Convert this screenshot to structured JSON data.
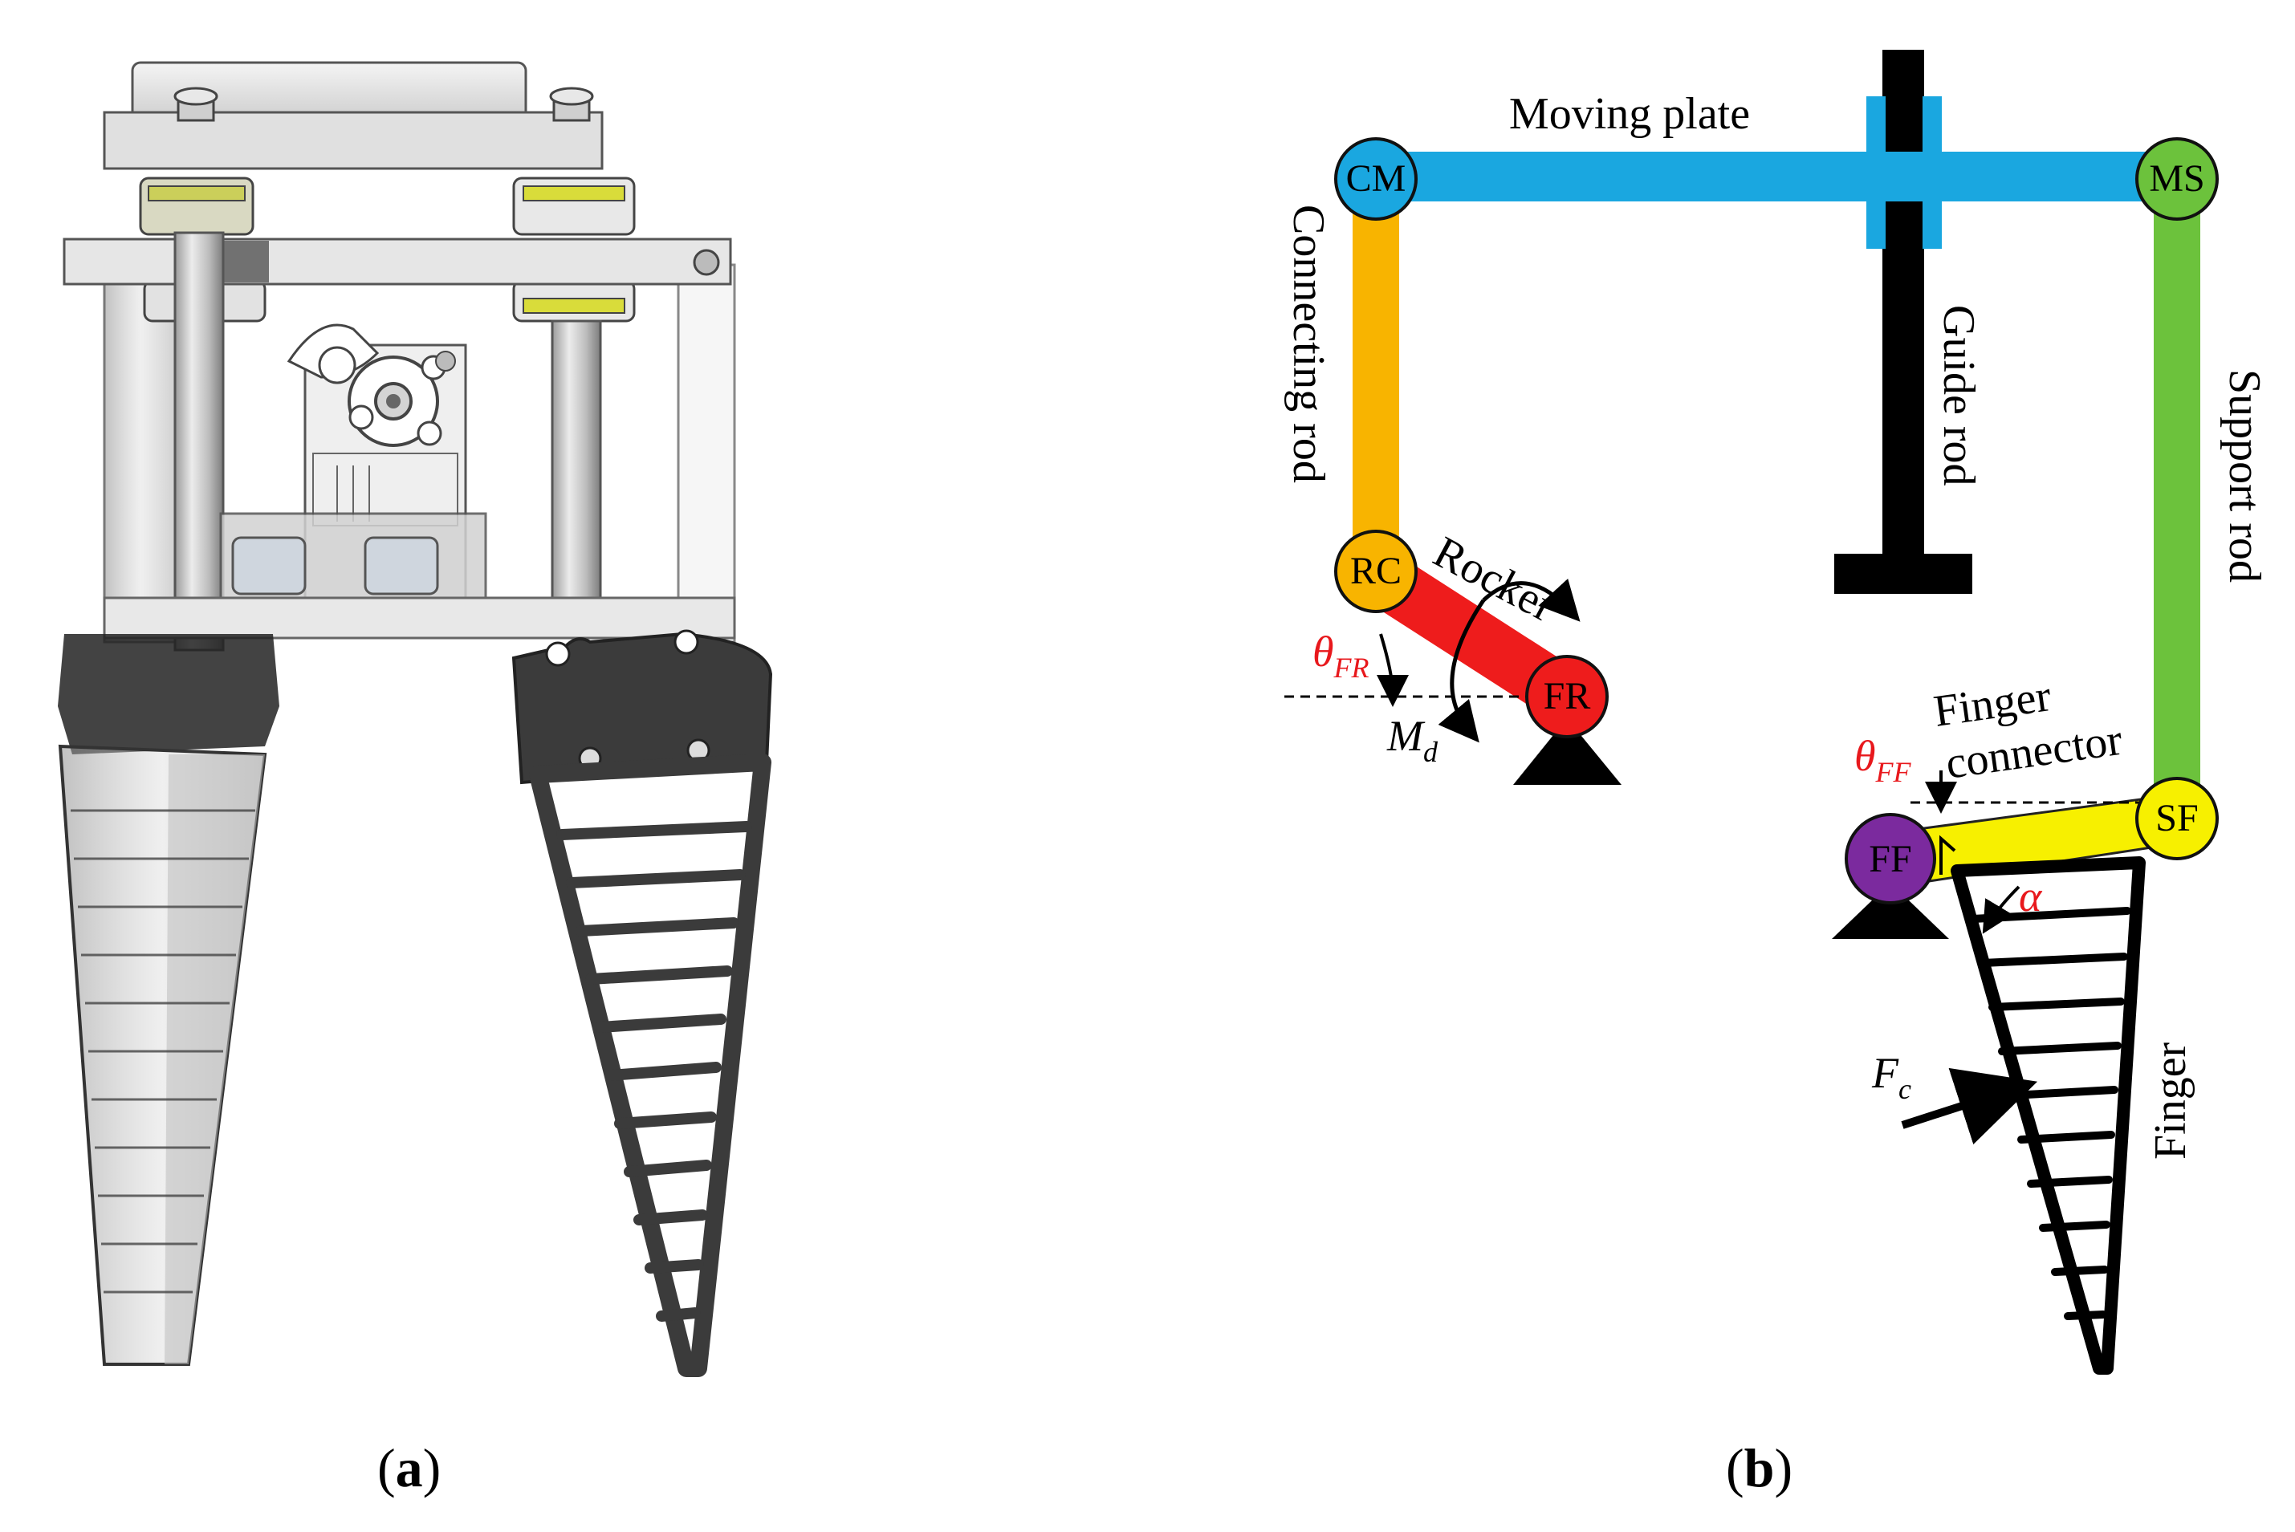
{
  "panel_a": {
    "caption_open": "(",
    "caption_letter": "a",
    "caption_close": ")"
  },
  "panel_b": {
    "caption_open": "(",
    "caption_letter": "b",
    "caption_close": ")",
    "labels": {
      "moving_plate": "Moving plate",
      "connecting_rod": "Connecting rod",
      "guide_rod": "Guide rod",
      "support_rod": "Support rod",
      "rocker": "Rocker",
      "finger_connector_1": "Finger",
      "finger_connector_2": "connector",
      "finger": "Finger",
      "md_main": "M",
      "md_sub": "d",
      "fc_main": "F",
      "fc_sub": "c",
      "theta": "θ",
      "theta_fr_sub": "FR",
      "theta_ff_sub": "FF",
      "alpha": "α"
    },
    "joints": {
      "cm": "CM",
      "ms": "MS",
      "rc": "RC",
      "fr": "FR",
      "sf": "SF",
      "ff": "FF"
    }
  },
  "colors": {
    "moving_plate": "#1aa7e0",
    "connecting_rod": "#f8b400",
    "rocker": "#ee1c1c",
    "support_rod": "#6cc23c",
    "finger_connector": "#f7f000",
    "joint_ff": "#7b2a9e",
    "angle_label": "#e8181c",
    "gripper_dark": "#3a3a3a"
  }
}
